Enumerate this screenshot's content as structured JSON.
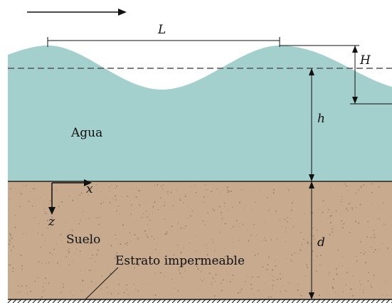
{
  "diagram": {
    "labels": {
      "wavelength": "L",
      "wave_height": "H",
      "water_depth": "h",
      "soil_depth": "d",
      "x_axis": "x",
      "z_axis": "z",
      "water": "Agua",
      "soil": "Suelo",
      "stratum": "Estrato impermeable"
    },
    "colors": {
      "water": "#a3cfcc",
      "soil": "#c8ab8e",
      "line": "#111111",
      "still_water_line": "#555555",
      "speckle": "#8a7560"
    }
  }
}
